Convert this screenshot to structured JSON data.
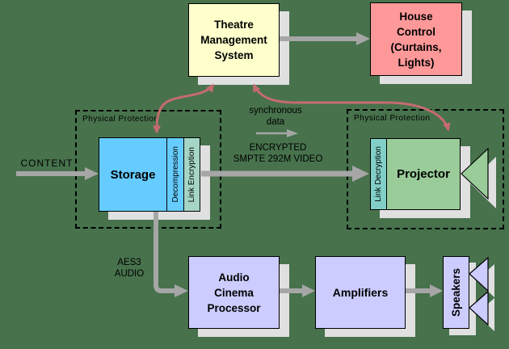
{
  "palette": {
    "background": "#47724c",
    "tms_fill": "#ffffcc",
    "house_fill": "#ff9999",
    "storage_fill": "#66ccff",
    "link_encryption_fill": "#a5d5c5",
    "link_decryption_fill": "#82cfc7",
    "projector_fill": "#99cc99",
    "audio_fill": "#ccccff",
    "shadow": "#e0e0e0",
    "arrow_gray": "#a6a6a6",
    "arrow_red": "#c56b70",
    "text": "#000000"
  },
  "nodes": {
    "theatre_management_system": {
      "lines": [
        "Theatre",
        "Management",
        "System"
      ]
    },
    "house_control": {
      "lines": [
        "House",
        "Control",
        "(Curtains,",
        "Lights)"
      ]
    },
    "storage": {
      "label": "Storage"
    },
    "decompression": {
      "label": "Decompression"
    },
    "link_encryption": {
      "label": "Link Encryption"
    },
    "link_decryption": {
      "label": "Link Decryption"
    },
    "projector": {
      "label": "Projector"
    },
    "audio_cinema_processor": {
      "lines": [
        "Audio",
        "Cinema",
        "Processor"
      ]
    },
    "amplifiers": {
      "label": "Amplifiers"
    },
    "speakers": {
      "label": "Speakers"
    }
  },
  "zones": {
    "left_physical_protection": {
      "label": "Physical Protection"
    },
    "right_physical_protection": {
      "label": "Physical Protection"
    }
  },
  "flow_labels": {
    "content": "CONTENT",
    "synchronous_data": {
      "lines": [
        "synchronous",
        "data"
      ]
    },
    "encrypted_video": {
      "lines": [
        "ENCRYPTED",
        "SMPTE 292M VIDEO"
      ]
    },
    "aes3_audio": {
      "lines": [
        "AES3",
        "AUDIO"
      ]
    }
  }
}
